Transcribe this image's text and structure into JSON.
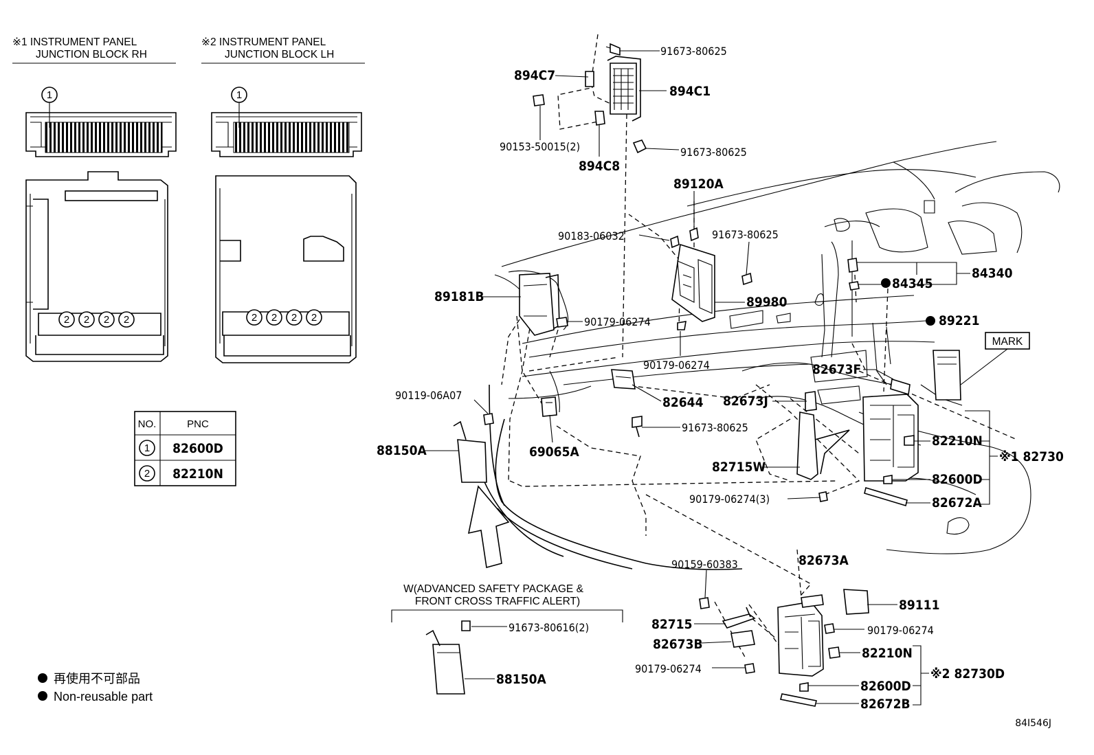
{
  "headers": {
    "rh_line1": "※1 INSTRUMENT PANEL",
    "rh_line2": "JUNCTION BLOCK RH",
    "lh_line1": "※2 INSTRUMENT PANEL",
    "lh_line2": "JUNCTION BLOCK LH"
  },
  "circle_labels": {
    "one": "1",
    "two": "2"
  },
  "table": {
    "col_no": "NO.",
    "col_pnc": "PNC",
    "rows": [
      {
        "no": "1",
        "pnc": "82600D"
      },
      {
        "no": "2",
        "pnc": "82210N"
      }
    ]
  },
  "legend": {
    "jp": "再使用不可部品",
    "en": "Non-reusable part"
  },
  "option_box": {
    "line1": "W(ADVANCED SAFETY PACKAGE &",
    "line2": "FRONT CROSS TRAFFIC ALERT)"
  },
  "mark_label": "MARK",
  "ref_code": "84I546J",
  "parts": {
    "p91673_80625_a": "91673-80625",
    "p894C7": "894C7",
    "p894C1": "894C1",
    "p90153_50015": "90153-50015(2)",
    "p91673_80625_b": "91673-80625",
    "p894C8": "894C8",
    "p89120A": "89120A",
    "p90183_06032": "90183-06032",
    "p91673_80625_c": "91673-80625",
    "p84340": "84340",
    "p84345": "84345",
    "p89181B": "89181B",
    "p89980": "89980",
    "p90179_06274_a": "90179-06274",
    "p89221": "89221",
    "p90179_06274_b": "90179-06274",
    "p82673F": "82673F",
    "p90119_06A07": "90119-06A07",
    "p82644": "82644",
    "p82673J": "82673J",
    "p91673_80625_d": "91673-80625",
    "p82210N_a": "82210N",
    "p88150A_a": "88150A",
    "p69065A": "69065A",
    "p82730": "※1 82730",
    "p82715W": "82715W",
    "p82600D_a": "82600D",
    "p90179_06274_3": "90179-06274(3)",
    "p82672A": "82672A",
    "p90159_60383": "90159-60383",
    "p82673A": "82673A",
    "p89111": "89111",
    "p91673_80616": "91673-80616(2)",
    "p82715": "82715",
    "p90179_06274_c": "90179-06274",
    "p82673B": "82673B",
    "p82210N_b": "82210N",
    "p90179_06274_d": "90179-06274",
    "p82730D": "※2 82730D",
    "p82600D_b": "82600D",
    "p88150A_b": "88150A",
    "p82672B": "82672B"
  }
}
